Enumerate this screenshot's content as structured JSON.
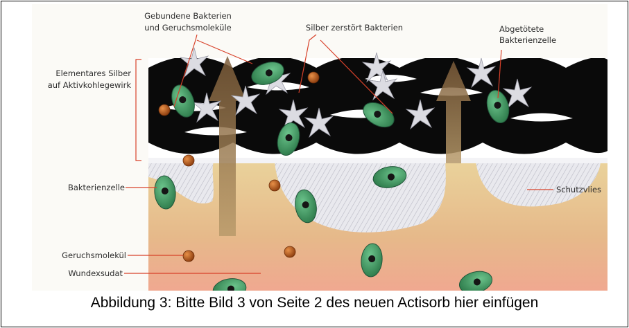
{
  "figure": {
    "labels": {
      "bound": [
        "Gebundene Bakterien",
        "und Geruchsmoleküle"
      ],
      "silver_destroys": "Silber zerstört Bakterien",
      "killed": [
        "Abgetötete",
        "Bakterienzelle"
      ],
      "elemental_silver": [
        "Elementares Silber",
        "auf Aktivkohlegewirk"
      ],
      "bacteria_cell": "Bakterienzelle",
      "protective_fleece": "Schutzvlies",
      "odor_molecule": "Geruchsmolekül",
      "wound_exudate": "Wundexsudat"
    },
    "colors": {
      "carbon_layer": "#0a0a0a",
      "silver_star": "#d6d6dc",
      "bacterium": "#3f9a62",
      "odor_molecule": "#b85a17",
      "exudate": "#e8c98e",
      "leader_line": "#d8412a",
      "arrow": "#8a6a3f"
    }
  },
  "caption": "Abbildung 3: Bitte Bild 3 von Seite 2 des neuen Actisorb hier einfügen"
}
